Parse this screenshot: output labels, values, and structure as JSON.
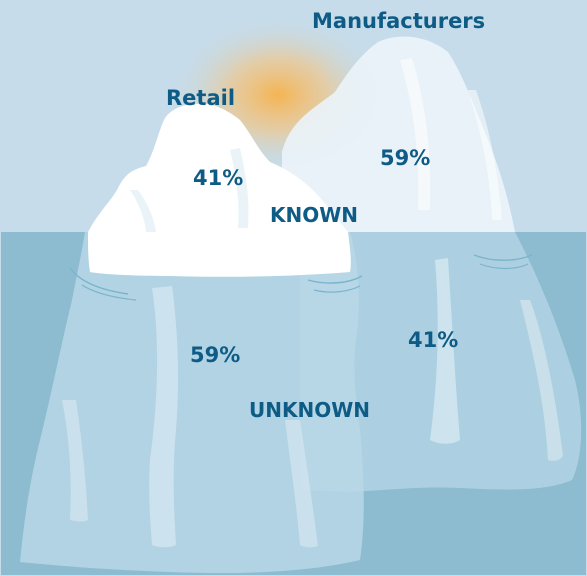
{
  "labels": {
    "manufacturers": "Manufacturers",
    "retail": "Retail",
    "retail_known_pct": "41%",
    "manufacturers_known_pct": "59%",
    "known": "KNOWN",
    "retail_unknown_pct": "59%",
    "manufacturers_unknown_pct": "41%",
    "unknown": "UNKNOWN"
  },
  "colors": {
    "sky": "#c6dcea",
    "water": "#8dbcd1",
    "ice_above": "#ffffff",
    "ice_back": "#eaf3f8",
    "ice_below": "#b7d7e6",
    "label_text": "#0e5c86",
    "sun": "#f5b44a"
  }
}
